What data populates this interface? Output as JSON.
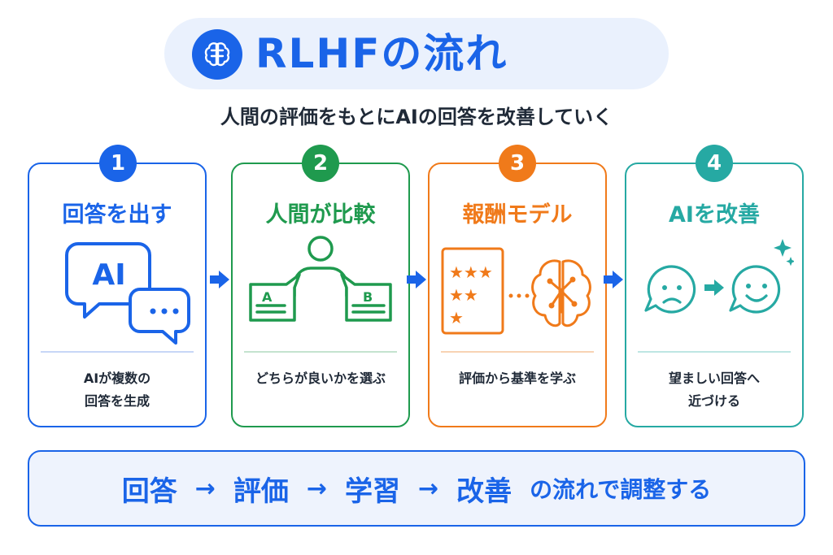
{
  "header": {
    "title": "RLHFの流れ",
    "subtitle": "人間の評価をもとにAIの回答を改善していく",
    "icon": "brain-icon"
  },
  "colors": {
    "blue": "#1a64e8",
    "green": "#1f9a4e",
    "orange": "#f07a1a",
    "teal": "#26a9a3"
  },
  "steps": [
    {
      "number": "1",
      "title": "回答を出す",
      "desc_line1": "AIが複数の",
      "desc_line2": "回答を生成",
      "bubble_text": "AI",
      "icon": "speech-bubbles-icon"
    },
    {
      "number": "2",
      "title": "人間が比較",
      "desc_line1": "どちらが良いかを選ぶ",
      "desc_line2": "",
      "option_a": "A",
      "option_b": "B",
      "icon": "person-compare-icon"
    },
    {
      "number": "3",
      "title": "報酬モデル",
      "desc_line1": "評価から基準を学ぶ",
      "desc_line2": "",
      "icon": "rating-brain-icon"
    },
    {
      "number": "4",
      "title": "AIを改善",
      "desc_line1": "望ましい回答へ",
      "desc_line2": "近づける",
      "icon": "sad-to-happy-icon"
    }
  ],
  "bottom": {
    "seg1": "回答",
    "seg2": "評価",
    "seg3": "学習",
    "seg4": "改善",
    "arrow": "→",
    "tail": "の流れで調整する"
  }
}
